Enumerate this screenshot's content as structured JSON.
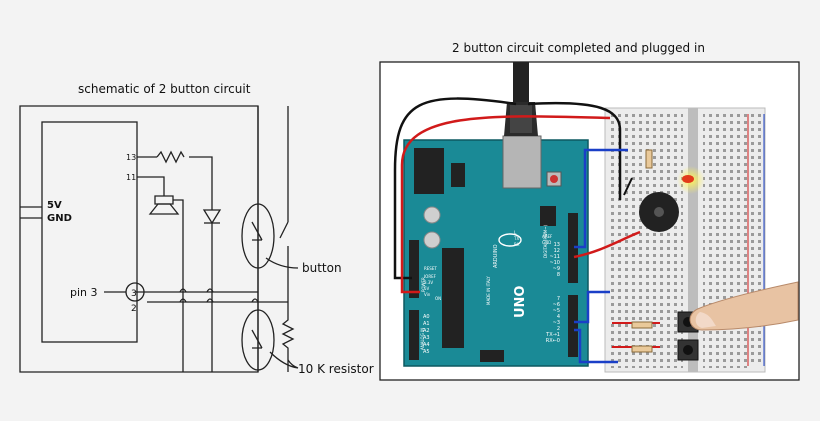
{
  "schematic": {
    "title": "schematic of 2 button circuit",
    "labels": {
      "v5": "5V",
      "gnd": "GND",
      "pin13": "13",
      "pin11": "11",
      "pin3_text": "pin 3",
      "pin3": "3",
      "pin2": "2",
      "button": "button",
      "resistor": "10 K resistor"
    }
  },
  "photo": {
    "title": "2 button circuit completed and plugged in",
    "board": {
      "name": "UNO",
      "brand": "ARDUINO",
      "made_in": "MADE IN ITALY",
      "digital_label": "DIGITAL (PWM~)",
      "analog_label": "ANALOG IN",
      "power_label": "POWER",
      "reset": "RESET",
      "aref": "AREF",
      "gnd": "GND",
      "tx": "TX",
      "rx": "RX",
      "l": "L",
      "on": "ON",
      "ioref": "IOREF",
      "v33": "3.3V",
      "v5": "5V",
      "vin": "Vin",
      "pins_digital": [
        "13",
        "12",
        "~11",
        "~10",
        "~9",
        "8",
        "7",
        "~6",
        "~5",
        "4",
        "~3",
        "2",
        "TX→1",
        "RX←0"
      ],
      "pins_analog": [
        "A0",
        "A1",
        "A2",
        "A3",
        "A4",
        "A5"
      ]
    }
  },
  "colors": {
    "background": "#f3f3f3",
    "board": "#1a8a96",
    "wire_red": "#d11a1a",
    "wire_blue": "#1a3fc7",
    "wire_black": "#111111",
    "led": "#e23b1a"
  }
}
